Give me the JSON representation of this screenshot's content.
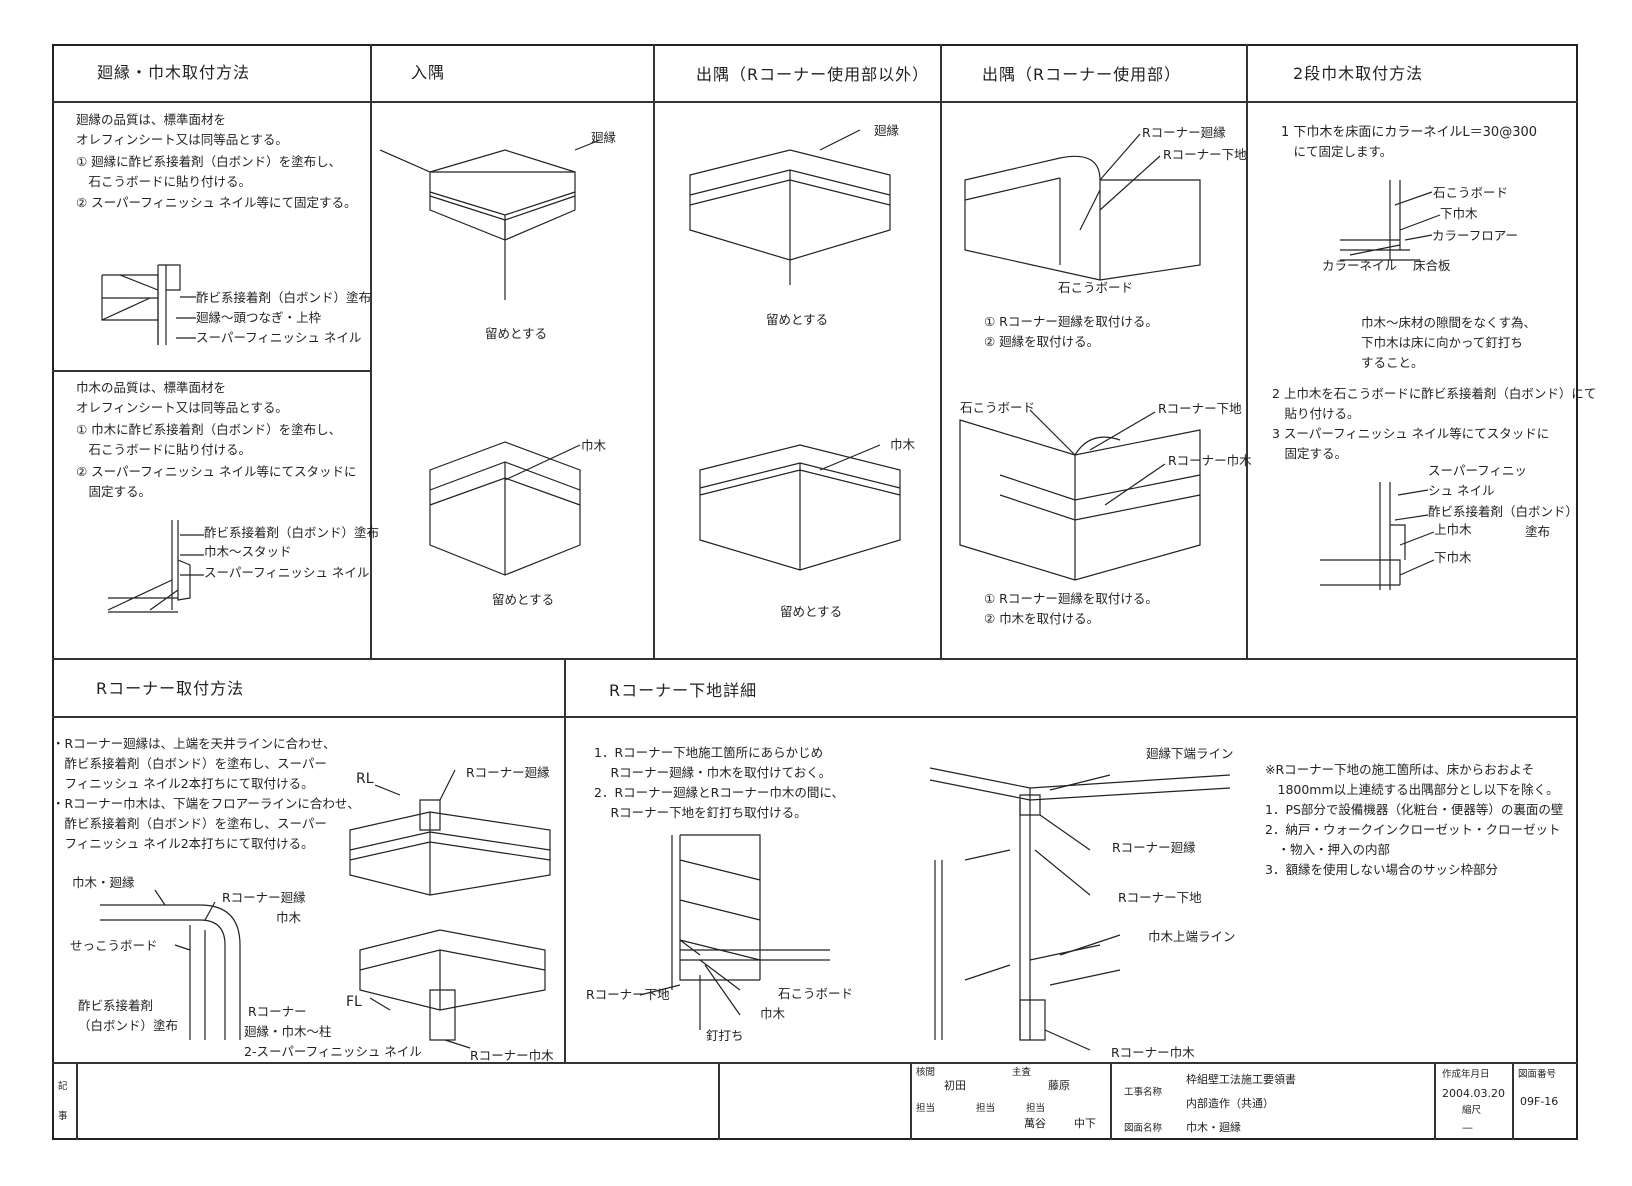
{
  "headers": {
    "mawaribuchi": "廻縁・巾木取付方法",
    "irisumi": "入隅",
    "desumi_other": "出隅（Rコーナー使用部以外）",
    "desumi_r": "出隅（Rコーナー使用部）",
    "two_stage": "2段巾木取付方法",
    "r_corner": "Rコーナー取付方法",
    "r_corner_base": "Rコーナー下地詳細"
  },
  "mawari_text": [
    "廻縁の品質は、標準面材を",
    "オレフィンシート又は同等品とする。",
    "① 廻縁に酢ビ系接着剤（白ボンド）を塗布し、",
    "　石こうボードに貼り付ける。",
    "② スーパーフィニッシュ ネイル等にて固定する。"
  ],
  "mawari_labels": [
    "酢ビ系接着剤（白ボンド）塗布",
    "廻縁～頭つなぎ・上枠",
    "スーパーフィニッシュ ネイル"
  ],
  "haba_text": [
    "巾木の品質は、標準面材を",
    "オレフィンシート又は同等品とする。",
    "① 巾木に酢ビ系接着剤（白ボンド）を塗布し、",
    "　石こうボードに貼り付ける。",
    "② スーパーフィニッシュ ネイル等にてスタッドに",
    "　固定する。"
  ],
  "haba_labels": [
    "酢ビ系接着剤（白ボンド）塗布",
    "巾木～スタッド",
    "スーパーフィニッシュ ネイル"
  ],
  "irisumi_labels": {
    "mawari": "廻縁",
    "tome1": "留めとする",
    "habaki": "巾木",
    "tome2": "留めとする"
  },
  "desumi_other_labels": {
    "mawari": "廻縁",
    "tome1": "留めとする",
    "habaki": "巾木",
    "tome2": "留めとする"
  },
  "desumi_r_labels": {
    "rc_mawari": "Rコーナー廻縁",
    "rc_shitaji": "Rコーナー下地",
    "board": "石こうボード",
    "step1": "① Rコーナー廻縁を取付ける。",
    "step2": "② 廻縁を取付ける。",
    "board2": "石こうボード",
    "rc_shitaji2": "Rコーナー下地",
    "rc_habaki": "Rコーナー巾木",
    "step3": "① Rコーナー廻縁を取付ける。",
    "step4": "② 巾木を取付ける。"
  },
  "two_stage_text": {
    "line1a": "1  下巾木を床面にカラーネイルL＝30@300",
    "line1b": "　にて固定します。",
    "lbl_board": "石こうボード",
    "lbl_shitahaba": "下巾木",
    "lbl_floor": "カラーフロアー",
    "lbl_colornail": "カラーネイル",
    "lbl_yuka": "床合板",
    "note1": "巾木～床材の隙間をなくす為、",
    "note2": "下巾木は床に向かって釘打ち",
    "note3": "すること。",
    "line2a": "2  上巾木を石こうボードに酢ビ系接着剤（白ボンド）にて",
    "line2b": "　貼り付ける。",
    "line3a": "3  スーパーフィニッシュ ネイル等にてスタッドに",
    "line3b": "　固定する。",
    "lbl_super1": "スーパーフィニッ",
    "lbl_super2": "シュ ネイル",
    "lbl_bond": "酢ビ系接着剤（白ボンド）",
    "lbl_tofu": "塗布",
    "lbl_uwahaba": "上巾木",
    "lbl_shitahaba2": "下巾木"
  },
  "r_corner_text": [
    "・Rコーナー廻縁は、上端を天井ラインに合わせ、",
    "　酢ビ系接着剤（白ボンド）を塗布し、スーパー",
    "　フィニッシュ ネイル2本打ちにて取付ける。",
    "・Rコーナー巾木は、下端をフロアーラインに合わせ、",
    "　酢ビ系接着剤（白ボンド）を塗布し、スーパー",
    "　フィニッシュ ネイル2本打ちにて取付ける。"
  ],
  "r_corner_labels": {
    "rl": "RL",
    "rc_mawari": "Rコーナー廻縁",
    "habaki_mawari": "巾木・廻縁",
    "rc_mawari2": "Rコーナー廻縁",
    "habaki": "巾木",
    "sekko": "せっこうボード",
    "bond1": "酢ビ系接着剤",
    "bond2": "（白ボンド）塗布",
    "rc": "Rコーナー",
    "rc2": "廻縁・巾木～柱",
    "nail": "2-スーパーフィニッシュ ネイル",
    "fl": "FL",
    "rc_habaki": "Rコーナー巾木"
  },
  "r_base_text": [
    "1．Rコーナー下地施工箇所にあらかじめ",
    "　 Rコーナー廻縁・巾木を取付けておく。",
    "2．Rコーナー廻縁とRコーナー巾木の間に、",
    "　 Rコーナー下地を釘打ち取付ける。"
  ],
  "r_base_labels": {
    "rc_shitaji": "Rコーナー下地",
    "board": "石こうボード",
    "habaki": "巾木",
    "kugi": "釘打ち",
    "mawari_line": "廻縁下端ライン",
    "rc_mawari": "Rコーナー廻縁",
    "rc_shitaji2": "Rコーナー下地",
    "habaki_line": "巾木上端ライン",
    "rc_habaki": "Rコーナー巾木"
  },
  "r_base_note": [
    "※Rコーナー下地の施工箇所は、床からおおよそ",
    "　1800mm以上連続する出隅部分とし以下を除く。",
    "1．PS部分で設備機器（化粧台・便器等）の裏面の壁",
    "2．納戸・ウォークインクローゼット・クローゼット",
    "　・物入・押入の内部",
    "3．額縁を使用しない場合のサッシ枠部分"
  ],
  "title_block": {
    "ki": "記",
    "ji": "事",
    "kessai": "核閲",
    "kessai_name": "初田",
    "shusa": "主査",
    "shusa_name": "藤原",
    "tanto1": "担当",
    "tanto2": "担当",
    "tanto3": "担当",
    "tanto3_name": "萬谷",
    "tanto4_name": "中下",
    "koji_label": "工事名称",
    "koji_name1": "枠組壁工法施工要領書",
    "koji_name2": "内部造作（共通）",
    "zumen_label": "図面名称",
    "zumen_name": "巾木・廻縁",
    "date_label": "作成年月日",
    "date": "2004.03.20",
    "scale_label": "縮尺",
    "scale": "—",
    "no_label": "図面番号",
    "no": "09F-16"
  }
}
